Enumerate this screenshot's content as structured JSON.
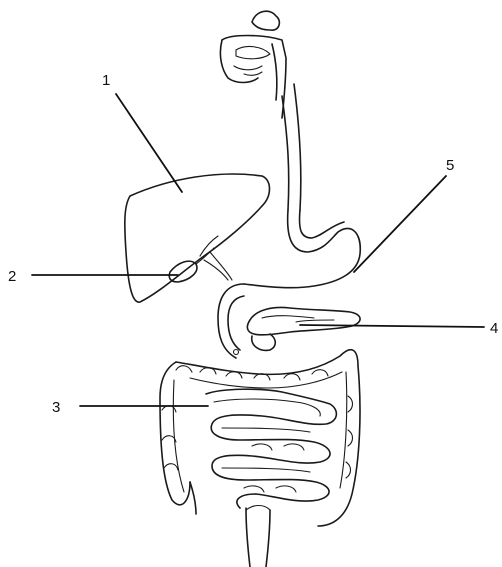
{
  "labels": {
    "l1": "1",
    "l2": "2",
    "l3": "3",
    "l4": "4",
    "l5": "5"
  },
  "colors": {
    "line": "#1a1a1a",
    "background": "#ffffff"
  }
}
